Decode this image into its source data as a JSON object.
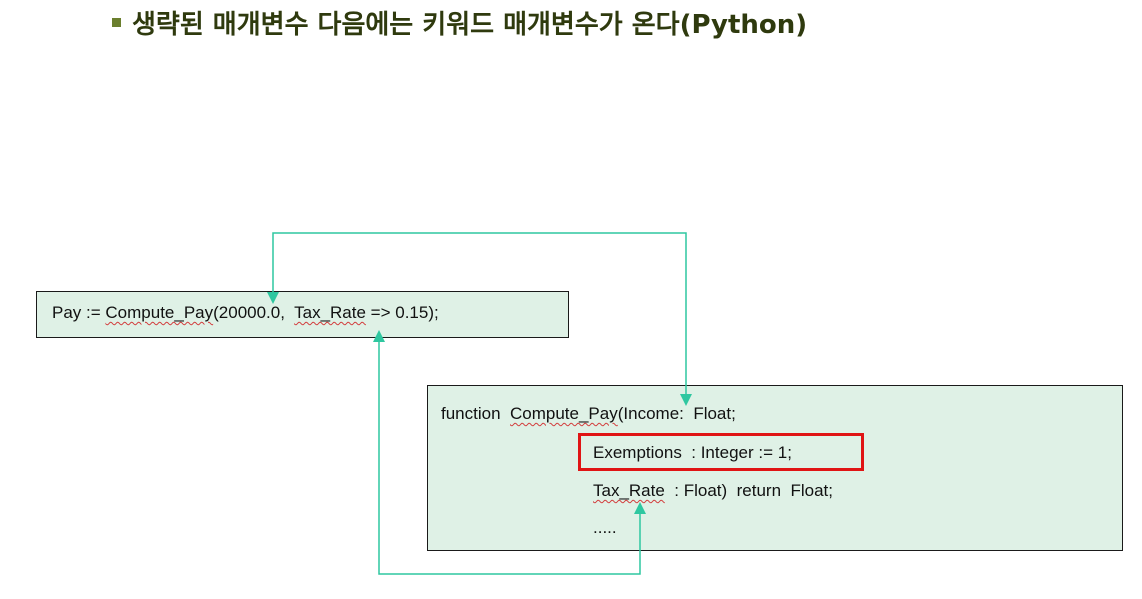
{
  "title": "생략된 매개변수 다음에는 키워드 매개변수가 온다(Python)",
  "call": {
    "prefix": "Pay := ",
    "func_name": "Compute_Pay",
    "open": "(20000.0,  ",
    "keyword": "Tax_Rate",
    "suffix": " => 0.15);"
  },
  "func": {
    "line1_prefix": "function  ",
    "line1_name": "Compute_Pay",
    "line1_rest": "(Income:  Float;",
    "line2": "Exemptions  : Integer := 1;",
    "line3_name": "Tax_Rate",
    "line3_rest": "  : Float)  return  Float;",
    "line4": "....."
  },
  "colors": {
    "box_fill": "#dff1e6",
    "arrow": "#2fc7a0",
    "highlight": "#e01414",
    "title": "#2f3a0e"
  }
}
